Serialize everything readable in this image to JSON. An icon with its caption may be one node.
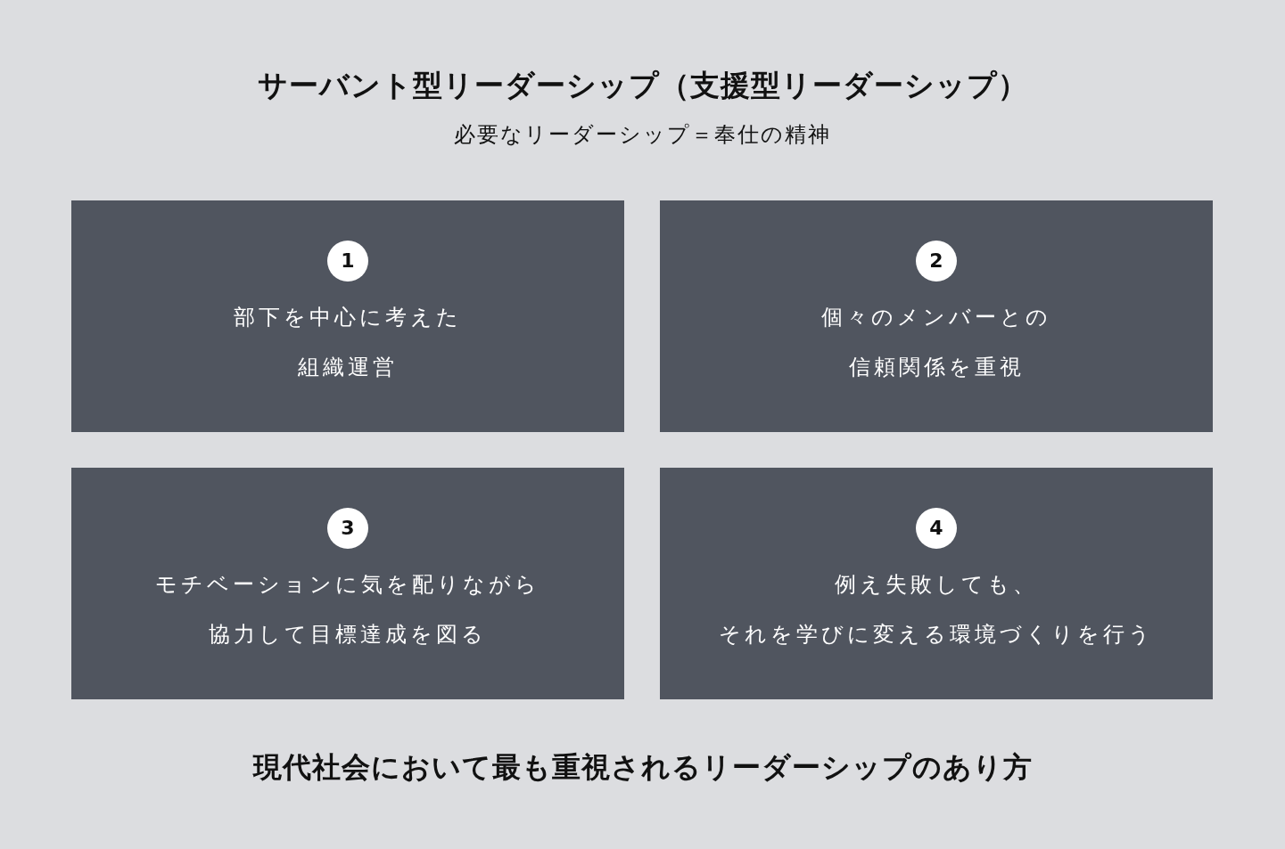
{
  "diagram": {
    "title": "サーバント型リーダーシップ（支援型リーダーシップ）",
    "caption": "現代社会において最も重視されるリーダーシップのあり方",
    "nodes": [
      {
        "text": [
          "部下を中心に考えた組織運営"
        ]
      },
      {
        "text": [
          "1"
        ],
        "in": 0
      },
      {
        "text": [
          "個々のメンバーとの信頼関係を重視"
        ]
      },
      {
        "text": [
          "2"
        ],
        "in": 2
      },
      {
        "text": [
          "モチベーションに気を配りながら協力して目標達成を図る"
        ]
      },
      {
        "text": [
          "3"
        ],
        "in": 4
      },
      {
        "text": [
          "例え失敗しても、それを学びに変える環境づくりを行う"
        ]
      },
      {
        "text": [
          "4"
        ],
        "in": 6
      }
    ],
    "edges": [],
    "labels": [
      "必要なリーダーシップ＝奉仕の精神"
    ]
  }
}
